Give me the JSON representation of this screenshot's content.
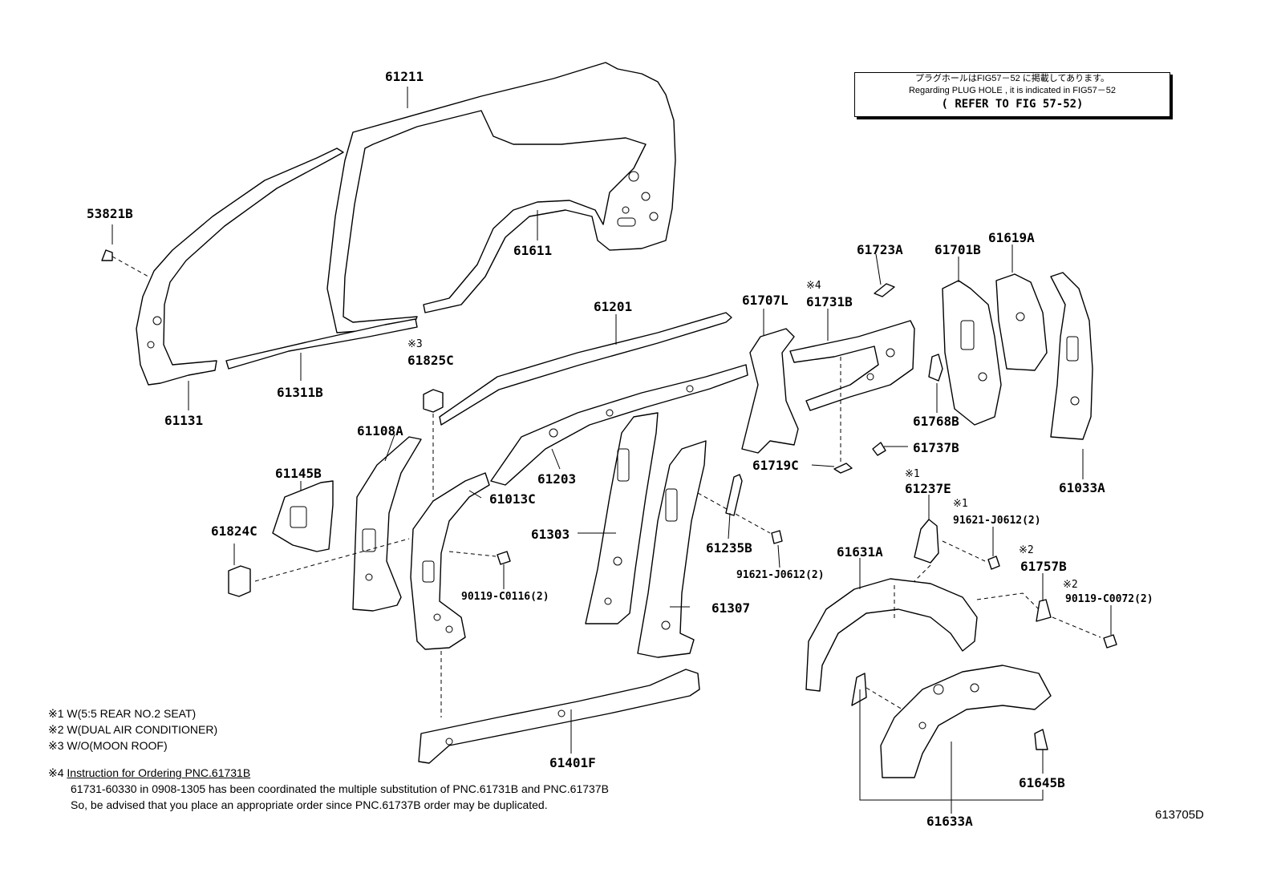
{
  "labels": {
    "p61211": "61211",
    "p53821B": "53821B",
    "p61611": "61611",
    "p61131": "61131",
    "p61311B": "61311B",
    "p61201": "61201",
    "p61825C": "61825C",
    "p61108A": "61108A",
    "p61145B": "61145B",
    "p61824C": "61824C",
    "p61013C": "61013C",
    "p61203": "61203",
    "p61303": "61303",
    "p61307": "61307",
    "p90119C0116": "90119-C0116(2)",
    "p61235B": "61235B",
    "p91621J0612a": "91621-J0612(2)",
    "p61401F": "61401F",
    "p61707L": "61707L",
    "p61731B": "61731B",
    "p61723A": "61723A",
    "p61701B": "61701B",
    "p61619A": "61619A",
    "p61768B": "61768B",
    "p61737B": "61737B",
    "p61719C": "61719C",
    "p61033A": "61033A",
    "p61237E": "61237E",
    "p91621J0612b": "91621-J0612(2)",
    "p61631A": "61631A",
    "p61757B": "61757B",
    "p90119C0072": "90119-C0072(2)",
    "p61633A": "61633A",
    "p61645B": "61645B"
  },
  "markers": {
    "m3": "※3",
    "m4": "※4",
    "m1a": "※1",
    "m1b": "※1",
    "m2a": "※2",
    "m2b": "※2"
  },
  "refbox": {
    "line1": "プラグホールはFIG57－52 に掲載してあります。",
    "line2": "Regarding PLUG HOLE , it is indicated in FIG57－52",
    "line3": "( REFER TO FIG 57-52)"
  },
  "notes": {
    "n1": "※1 W(5:5 REAR NO.2 SEAT)",
    "n2": "※2 W(DUAL AIR CONDITIONER)",
    "n3": "※3 W/O(MOON ROOF)",
    "n4_mark": "※4 ",
    "n4_title": "Instruction for Ordering PNC.61731B",
    "n4_line1": "61731-60330 in 0908-1305 has been coordinated the multiple substitution of PNC.61731B and PNC.61737B",
    "n4_line2": "So, be advised that you place an appropriate order since PNC.61737B order may be duplicated."
  },
  "figure_code": "613705D"
}
